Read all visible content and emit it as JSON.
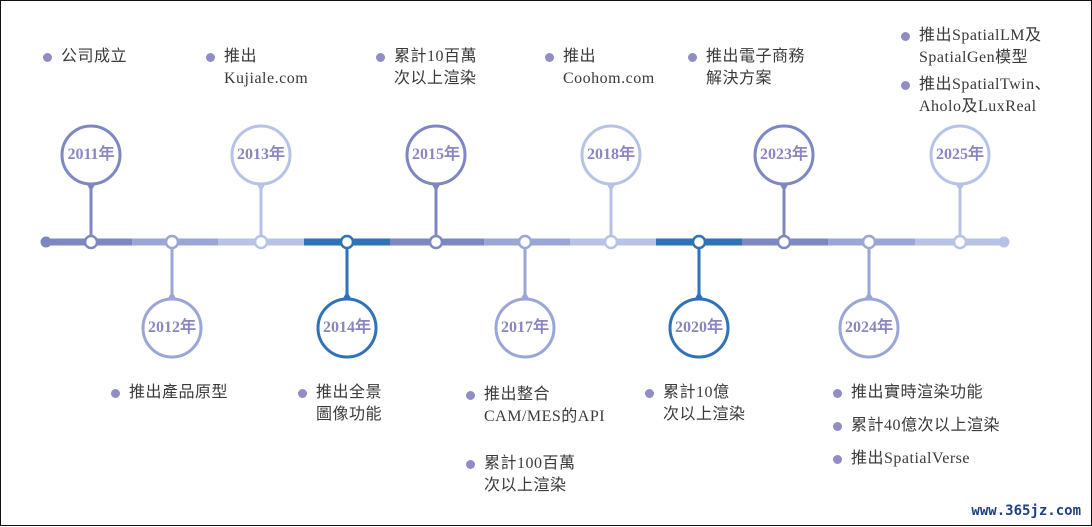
{
  "colors": {
    "dark": "#7d87c2",
    "mid": "#9aa6d6",
    "light": "#b7c3e6",
    "blue": "#2f72b8",
    "bullet": "#8f8cc6",
    "year_text": "#8a86c0"
  },
  "segments": [
    "dark",
    "mid",
    "light",
    "blue",
    "dark",
    "mid",
    "light",
    "blue",
    "dark",
    "mid",
    "light"
  ],
  "milestones": [
    {
      "year": "2011年",
      "side": "top",
      "color": "dark",
      "events": [
        "公司成立"
      ]
    },
    {
      "year": "2012年",
      "side": "bottom",
      "color": "mid",
      "events": [
        "推出產品原型"
      ]
    },
    {
      "year": "2013年",
      "side": "top",
      "color": "light",
      "events": [
        "推出\nKujiale.com"
      ]
    },
    {
      "year": "2014年",
      "side": "bottom",
      "color": "blue",
      "events": [
        "推出全景\n圖像功能"
      ]
    },
    {
      "year": "2015年",
      "side": "top",
      "color": "dark",
      "events": [
        "累計10百萬\n次以上渲染"
      ]
    },
    {
      "year": "2017年",
      "side": "bottom",
      "color": "mid",
      "events": [
        "推出整合\nCAM/MES的API",
        "累計100百萬\n次以上渲染"
      ]
    },
    {
      "year": "2018年",
      "side": "top",
      "color": "light",
      "events": [
        "推出\nCoohom.com"
      ]
    },
    {
      "year": "2020年",
      "side": "bottom",
      "color": "blue",
      "events": [
        "累計10億\n次以上渲染"
      ]
    },
    {
      "year": "2023年",
      "side": "top",
      "color": "dark",
      "events": [
        "推出電子商務\n解決方案"
      ]
    },
    {
      "year": "2024年",
      "side": "bottom",
      "color": "mid",
      "events": [
        "推出實時渲染功能",
        "累計40億次以上渲染",
        "推出SpatialVerse"
      ]
    },
    {
      "year": "2025年",
      "side": "top",
      "color": "light",
      "events": [
        "推出SpatialLM及\nSpatialGen模型",
        "推出SpatialTwin、\nAholo及LuxReal"
      ]
    }
  ],
  "watermark": "www.365jz.com"
}
